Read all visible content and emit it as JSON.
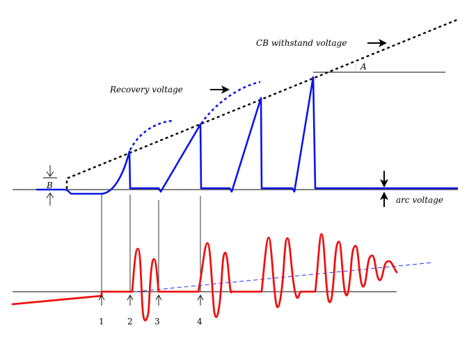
{
  "labels": {
    "withstand": "CB withstand voltage",
    "recovery": "Recovery voltage",
    "arc_voltage": "arc voltage",
    "a": "A",
    "b": "B"
  },
  "markers": [
    "1",
    "2",
    "3",
    "4"
  ],
  "colors": {
    "voltage_trace": "#0a14e6",
    "current_trace": "#ee1111",
    "withstand_line": "#000000"
  }
}
